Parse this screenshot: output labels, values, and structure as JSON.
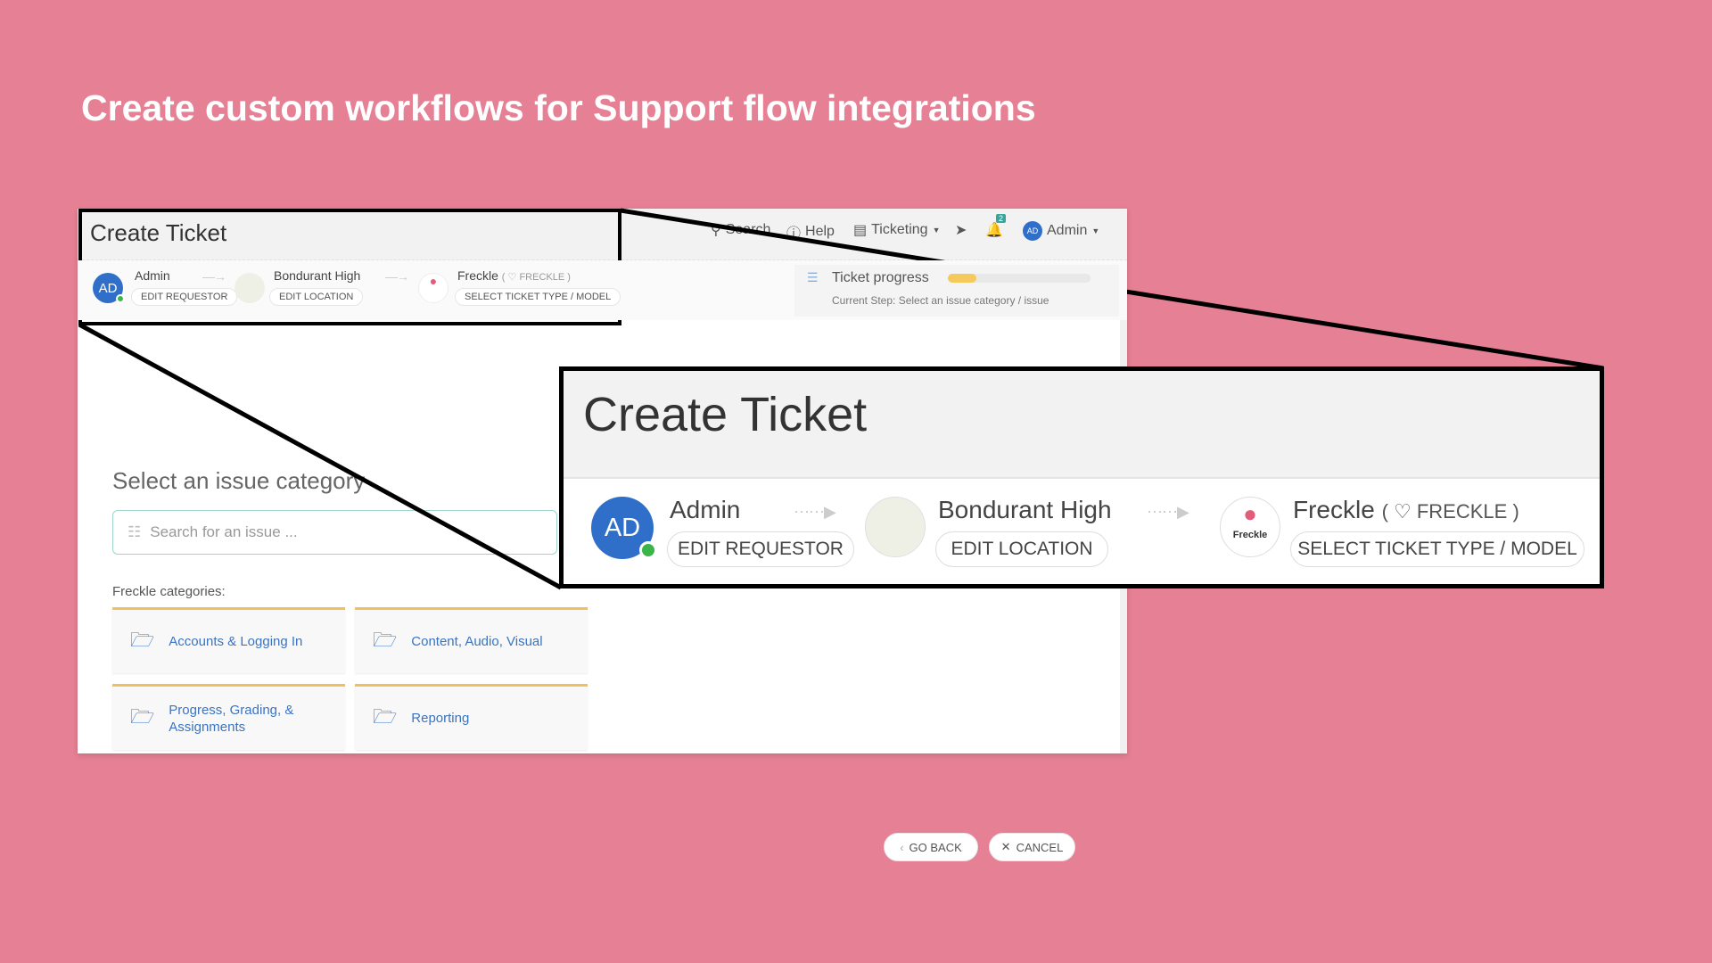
{
  "headline": "Create custom workflows for Support flow integrations",
  "app": {
    "title": "Create Ticket",
    "nav": {
      "search": "Search",
      "help": "Help",
      "ticketing": "Ticketing",
      "notification_count": "2",
      "user_initials": "AD",
      "user": "Admin"
    },
    "steps": [
      {
        "name": "Admin",
        "button": "EDIT REQUESTOR",
        "initials": "AD"
      },
      {
        "name": "Bondurant High",
        "button": "EDIT LOCATION"
      },
      {
        "name": "Freckle",
        "tag": "FRECKLE",
        "button": "SELECT TICKET TYPE / MODEL",
        "logo_text": "Freckle"
      }
    ],
    "progress": {
      "label": "Ticket progress",
      "current_step": "Current Step: Select an issue category / issue",
      "percent": 20,
      "fill_color": "#F5C95C"
    },
    "heading": "Select an issue category",
    "search_placeholder": "Search for an issue ...",
    "categories_label": "Freckle categories:",
    "categories": [
      "Accounts & Logging In",
      "Content, Audio, Visual",
      "Progress, Grading, & Assignments",
      "Reporting"
    ],
    "go_back": "GO BACK",
    "cancel": "CANCEL"
  },
  "colors": {
    "background": "#E68094",
    "accent": "#2F6FC9",
    "category_border": "#F0C060",
    "link": "#3A74C3"
  }
}
